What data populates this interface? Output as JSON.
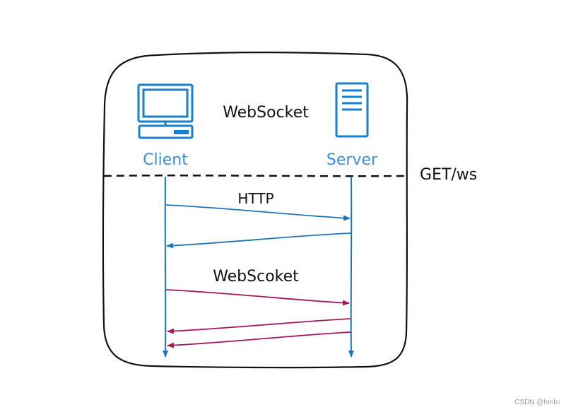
{
  "diagram": {
    "title": "WebSocket",
    "client_label": "Client",
    "server_label": "Server",
    "request_label": "GET/ws",
    "http_label": "HTTP",
    "websocket_label": "WebScoket"
  },
  "colors": {
    "border": "#111111",
    "dashed_line": "#111111",
    "lifeline": "#1f73b7",
    "http_arrow": "#1f73b7",
    "ws_arrow": "#a61656",
    "label_blue": "#3a8fd8",
    "icon_blue": "#1a7ec8"
  },
  "icons": {
    "client": "monitor-icon",
    "server": "server-tower-icon"
  },
  "watermark": "CSDN @hmb↑"
}
